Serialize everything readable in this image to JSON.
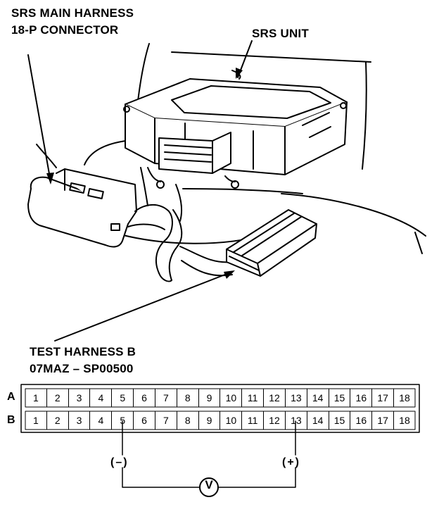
{
  "labels": {
    "srs_main_harness_line1": "SRS MAIN HARNESS",
    "srs_main_harness_line2": "18-P CONNECTOR",
    "srs_unit": "SRS UNIT",
    "test_harness_line1": "TEST HARNESS B",
    "test_harness_line2": "07MAZ – SP00500"
  },
  "connector": {
    "row_a_label": "A",
    "row_b_label": "B",
    "row_a_pins": [
      "1",
      "2",
      "3",
      "4",
      "5",
      "6",
      "7",
      "8",
      "9",
      "10",
      "11",
      "12",
      "13",
      "14",
      "15",
      "16",
      "17",
      "18"
    ],
    "row_b_pins": [
      "1",
      "2",
      "3",
      "4",
      "5",
      "6",
      "7",
      "8",
      "9",
      "10",
      "11",
      "12",
      "13",
      "14",
      "15",
      "16",
      "17",
      "18"
    ]
  },
  "meter": {
    "negative_label": "(–)",
    "positive_label": "(+)",
    "symbol": "V",
    "negative_pin": "B5",
    "positive_pin": "B13"
  }
}
